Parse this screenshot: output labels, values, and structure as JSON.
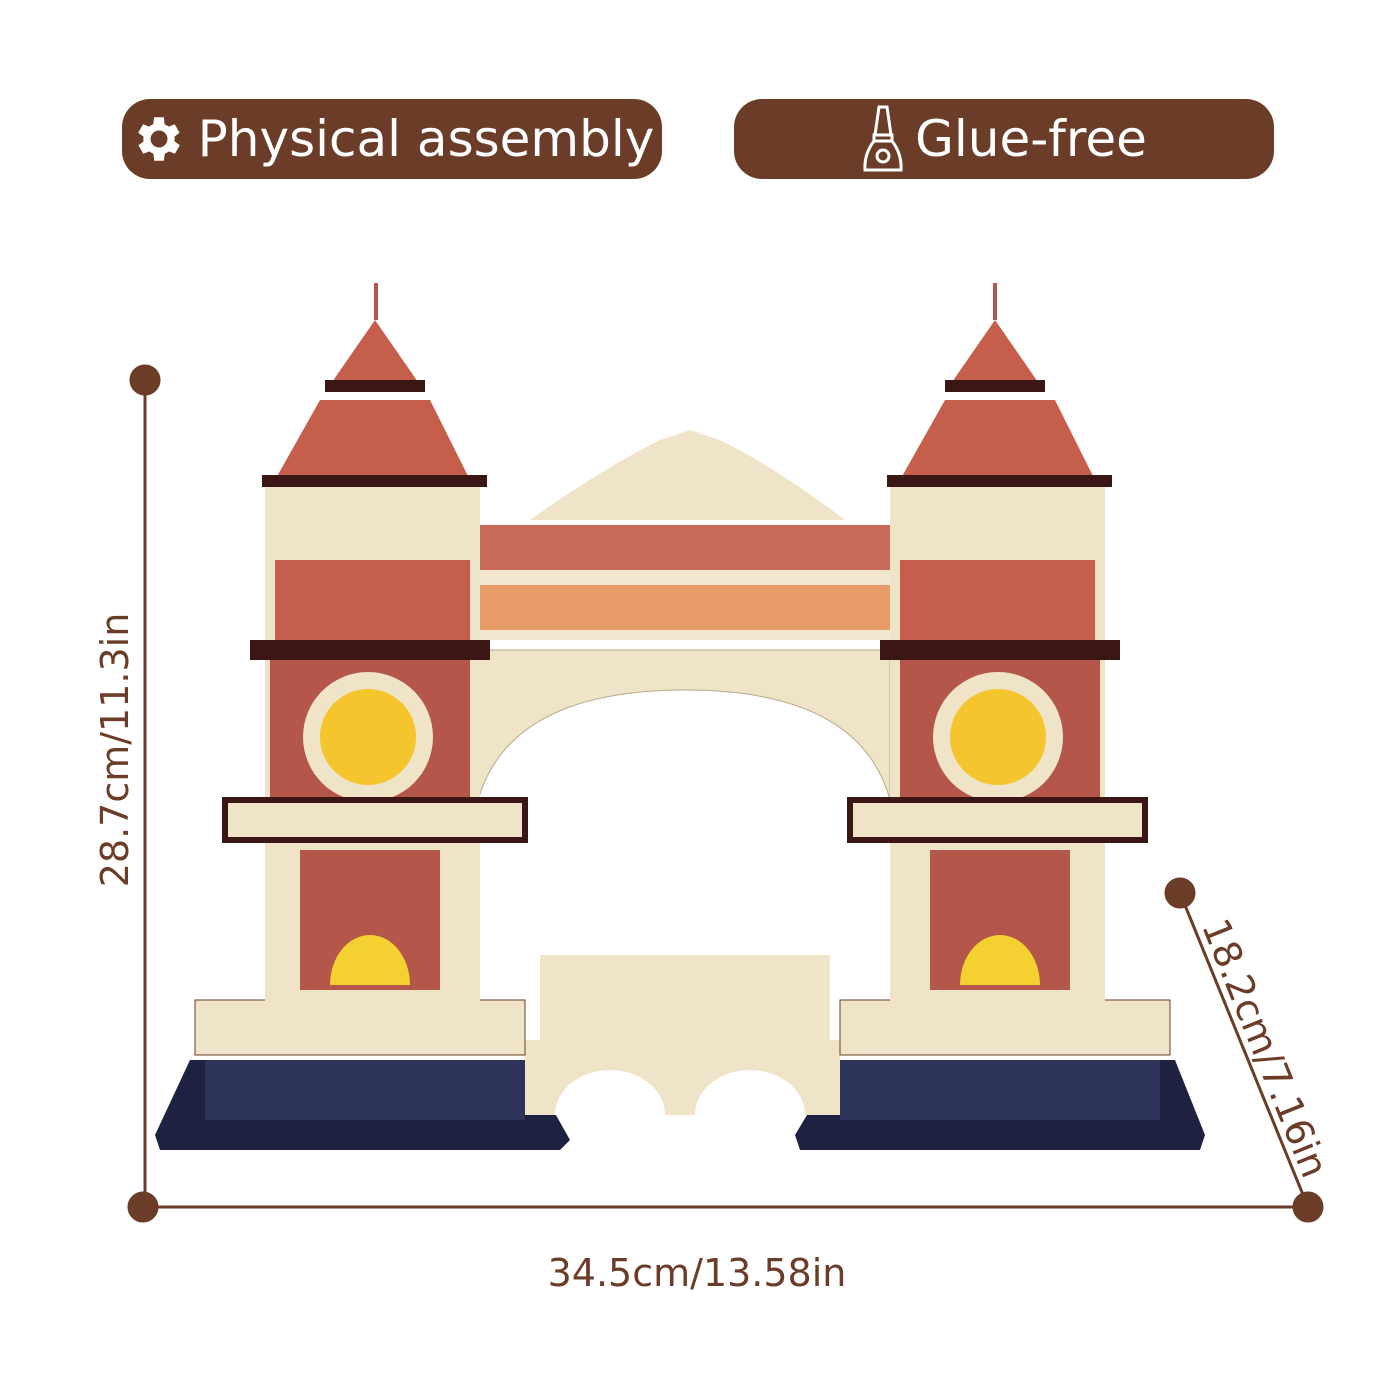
{
  "badges": [
    {
      "label": "Physical assembly",
      "icon": "gear-icon"
    },
    {
      "label": "Glue-free",
      "icon": "glue-bottle-icon"
    }
  ],
  "dimensions": {
    "width": "34.5cm/13.58in",
    "height": "28.7cm/11.3in",
    "depth": "18.2cm/7.16in"
  },
  "colors": {
    "brand": "#6b3d28",
    "brick": "#b4574a",
    "wood": "#efe3c8",
    "dark": "#3a1714"
  }
}
